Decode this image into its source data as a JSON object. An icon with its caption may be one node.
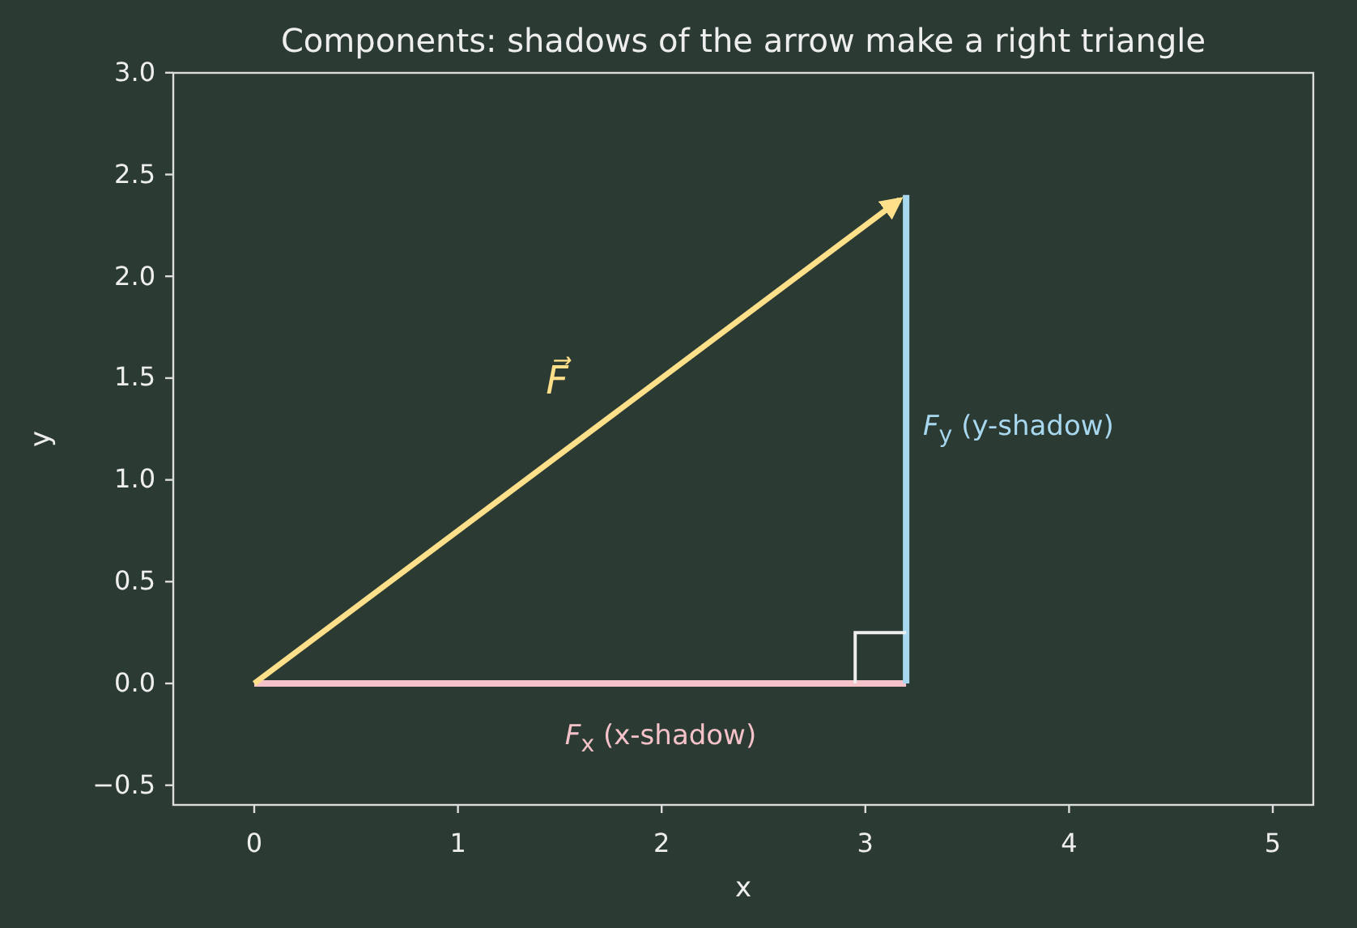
{
  "diagram": {
    "title": "Components: shadows of the arrow make a right triangle",
    "labels": [
      "3.0",
      "2.5",
      "2.0",
      "1.5",
      "1.0",
      "0.5",
      "0.0",
      "−0.5",
      "y",
      "F⃗",
      "*F*$_{y}$ (y-shadow)",
      "*F*$_{x}$ (x-shadow)",
      "0",
      "1",
      "2",
      "3",
      "4",
      "5",
      "x"
    ]
  }
}
